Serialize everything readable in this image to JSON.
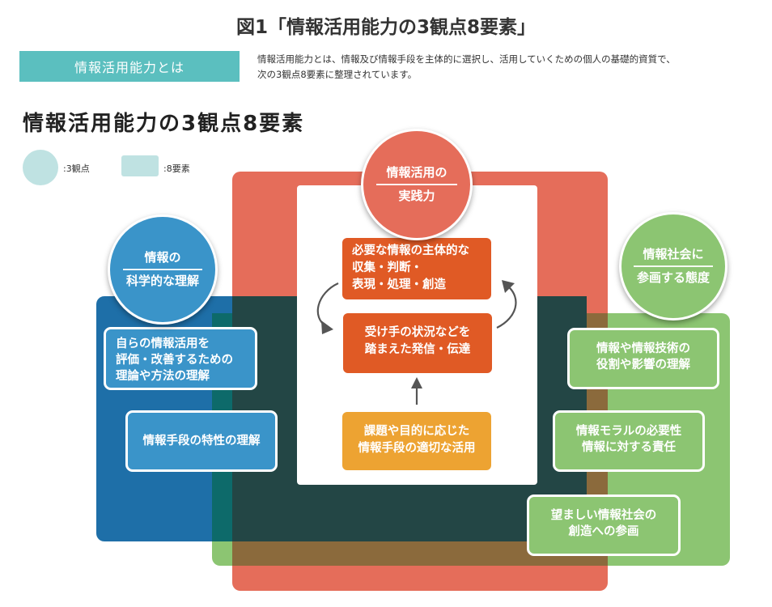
{
  "figure_title": "図1「情報活用能力の3観点8要素」",
  "intro": {
    "tag": "情報活用能力とは",
    "text_line1": "情報活用能力とは、情報及び情報手段を主体的に選択し、活用していくための個人の基礎的資質で、",
    "text_line2": "次の3観点8要素に整理されています。"
  },
  "main_title": "情報活用能力の3観点8要素",
  "legend": {
    "circle_label": ":3観点",
    "rect_label": ":8要素"
  },
  "colors": {
    "red": "#e56d5a",
    "blue": "#1e6fa8",
    "green": "#8cc572",
    "overlap": "#234645",
    "teal_legend": "#bfe2e2",
    "orange_dark": "#e05a25",
    "orange_light": "#eda332",
    "blue_pill": "#3a94c9"
  },
  "viewpoints": {
    "practice": {
      "line1": "情報活用の",
      "line2": "実践力"
    },
    "science": {
      "line1": "情報の",
      "line2": "科学的な理解"
    },
    "society": {
      "line1": "情報社会に",
      "line2": "参画する態度"
    }
  },
  "elements": {
    "practice": [
      {
        "line1": "必要な情報の主体的な",
        "line2": "収集・判断・",
        "line3": "表現・処理・創造"
      },
      {
        "line1": "受け手の状況などを",
        "line2": "踏まえた発信・伝達"
      },
      {
        "line1": "課題や目的に応じた",
        "line2": "情報手段の適切な活用"
      }
    ],
    "science": [
      {
        "line1": "自らの情報活用を",
        "line2": "評価・改善するための",
        "line3": "理論や方法の理解"
      },
      {
        "line1": "情報手段の特性の理解"
      }
    ],
    "society": [
      {
        "line1": "情報や情報技術の",
        "line2": "役割や影響の理解"
      },
      {
        "line1": "情報モラルの必要性",
        "line2": "情報に対する責任"
      },
      {
        "line1": "望ましい情報社会の",
        "line2": "創造への参画"
      }
    ]
  }
}
